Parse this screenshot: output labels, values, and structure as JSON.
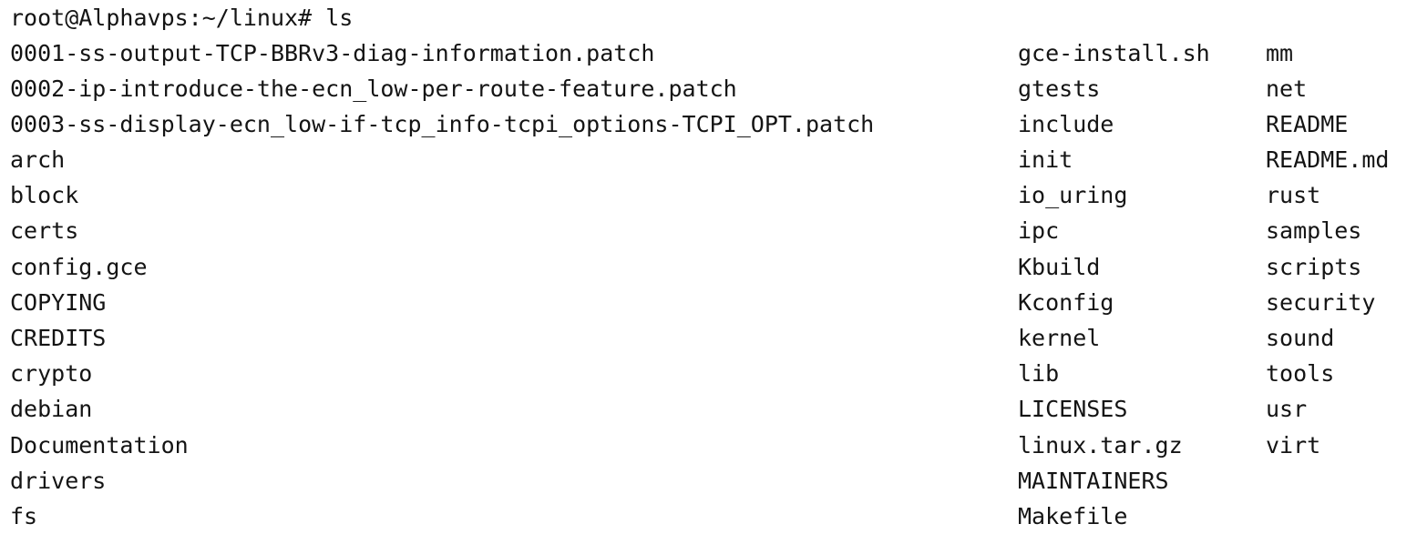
{
  "terminal": {
    "prompt": "root@Alphavps:~/linux# ",
    "command": "ls",
    "columns": [
      [
        "0001-ss-output-TCP-BBRv3-diag-information.patch",
        "0002-ip-introduce-the-ecn_low-per-route-feature.patch",
        "0003-ss-display-ecn_low-if-tcp_info-tcpi_options-TCPI_OPT.patch",
        "arch",
        "block",
        "certs",
        "config.gce",
        "COPYING",
        "CREDITS",
        "crypto",
        "debian",
        "Documentation",
        "drivers",
        "fs"
      ],
      [
        "gce-install.sh",
        "gtests",
        "include",
        "init",
        "io_uring",
        "ipc",
        "Kbuild",
        "Kconfig",
        "kernel",
        "lib",
        "LICENSES",
        "linux.tar.gz",
        "MAINTAINERS",
        "Makefile"
      ],
      [
        "mm",
        "net",
        "README",
        "README.md",
        "rust",
        "samples",
        "scripts",
        "security",
        "sound",
        "tools",
        "usr",
        "virt"
      ]
    ]
  }
}
